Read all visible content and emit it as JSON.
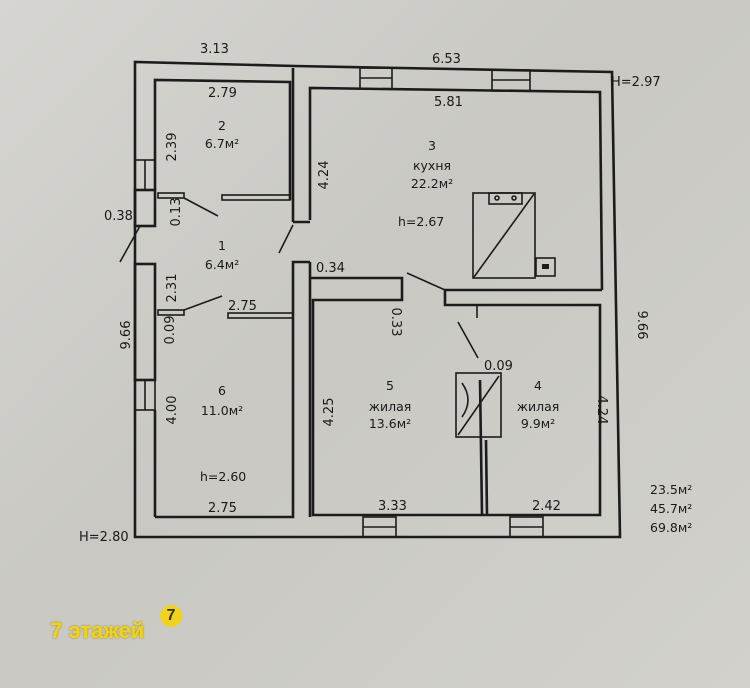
{
  "plan": {
    "outer_dims": {
      "top_left": "3.13",
      "top_right": "6.53",
      "left_total": "9.66",
      "right_total": "9.66",
      "left_notch": "0.38"
    },
    "heights": {
      "H_right": "H=2.97",
      "H_left": "H=2.80"
    },
    "rooms": [
      {
        "number": "1",
        "name": "",
        "area": "6.4м²"
      },
      {
        "number": "2",
        "name": "",
        "area": "6.7м²"
      },
      {
        "number": "3",
        "name": "кухня",
        "area": "22.2м²",
        "height": "h=2.67"
      },
      {
        "number": "4",
        "name": "жилая",
        "area": "9.9м²"
      },
      {
        "number": "5",
        "name": "жилая",
        "area": "13.6м²"
      },
      {
        "number": "6",
        "name": "",
        "area": "11.0м²",
        "height": "h=2.60"
      }
    ],
    "dims": {
      "r2_width": "2.79",
      "r2_height": "2.39",
      "r2_offset": "0.13",
      "kitchen_width": "5.81",
      "kitchen_height": "4.24",
      "r1_height": "2.31",
      "r1_width": "2.75",
      "r1_offset": "0.09",
      "wall_034": "0.34",
      "wall_033": "0.33",
      "wall_009": "0.09",
      "r6_height": "4.00",
      "r6_width": "2.75",
      "r5_height": "4.25",
      "r5_width": "3.33",
      "r4_height": "4.24",
      "r4_width": "2.42"
    },
    "totals": [
      "23.5м²",
      "45.7м²",
      "69.8м²"
    ]
  },
  "watermark": {
    "text": "7 этажей",
    "badge": "7"
  }
}
